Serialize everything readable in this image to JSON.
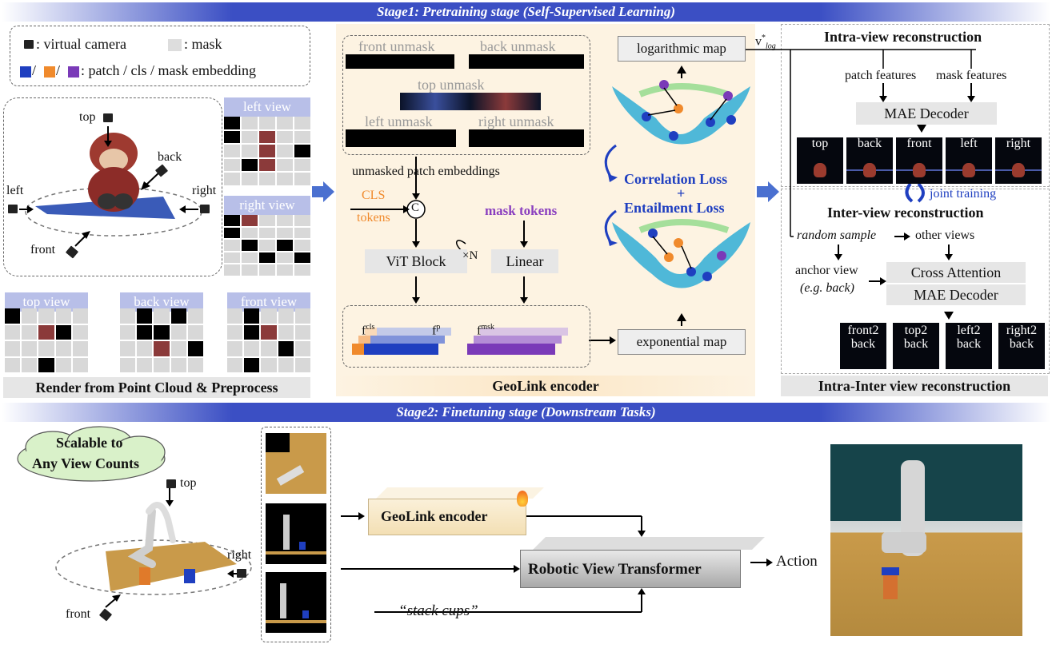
{
  "stage1_title": "Stage1: Pretraining stage (Self-Supervised Learning)",
  "stage2_title": "Stage2: Finetuning stage (Downstream Tasks)",
  "legend": {
    "camera": ": virtual camera",
    "mask": ": mask",
    "embedding_prefix": "/ ",
    "embedding_mid": "/ ",
    "embedding_text": ": patch / cls / mask embedding"
  },
  "render": {
    "cam_top": "top",
    "cam_back": "back",
    "cam_left": "left",
    "cam_right": "right",
    "cam_front": "front",
    "left_view": "left view",
    "right_view": "right view",
    "top_view": "top view",
    "back_view": "back view",
    "front_view": "front view",
    "section_title": "Render from Point Cloud & Preprocess"
  },
  "encoder": {
    "front_unmask": "front unmask",
    "back_unmask": "back unmask",
    "top_unmask": "top unmask",
    "left_unmask": "left unmask",
    "right_unmask": "right unmask",
    "unmasked_patch": "unmasked patch embeddings",
    "cls_line1": "CLS",
    "cls_line2": "tokens",
    "concat": "C",
    "mask_tokens": "mask tokens",
    "vit_block": "ViT Block",
    "repeat": "×N",
    "linear": "Linear",
    "f_cls": "f",
    "f_cls_sup": "cls",
    "f_p_sup": "p",
    "f_msk_sup": "msk",
    "log_map": "logarithmic map",
    "exp_map": "exponential map",
    "corr_loss": "Correlation Loss",
    "plus": "+",
    "ent_loss": "Entailment Loss",
    "v_log": "v",
    "v_log_sup": "*",
    "v_log_sub": "log",
    "section_title": "GeoLink encoder"
  },
  "recon": {
    "intra_title": "Intra-view reconstruction",
    "patch_features": "patch features",
    "mask_features": "mask features",
    "mae_decoder": "MAE Decoder",
    "thumbs": [
      "top",
      "back",
      "front",
      "left",
      "right"
    ],
    "joint_training": "joint training",
    "inter_title": "Inter-view reconstruction",
    "random_sample": "random sample",
    "other_views": "other views",
    "anchor_view": "anchor view",
    "anchor_eg": "(e.g. back)",
    "cross_attention": "Cross Attention",
    "mae_decoder2": "MAE Decoder",
    "outputs": [
      {
        "line1": "front2",
        "line2": "back"
      },
      {
        "line1": "top2",
        "line2": "back"
      },
      {
        "line1": "left2",
        "line2": "back"
      },
      {
        "line1": "right2",
        "line2": "back"
      }
    ],
    "section_title": "Intra-Inter view reconstruction"
  },
  "stage2": {
    "cloud_line1": "Scalable to",
    "cloud_line2": "Any View Counts",
    "cam_top": "top",
    "cam_right": "right",
    "cam_front": "front",
    "geolink": "GeoLink encoder",
    "rvt": "Robotic View Transformer",
    "action": "Action",
    "instruction": "“stack cups”"
  }
}
